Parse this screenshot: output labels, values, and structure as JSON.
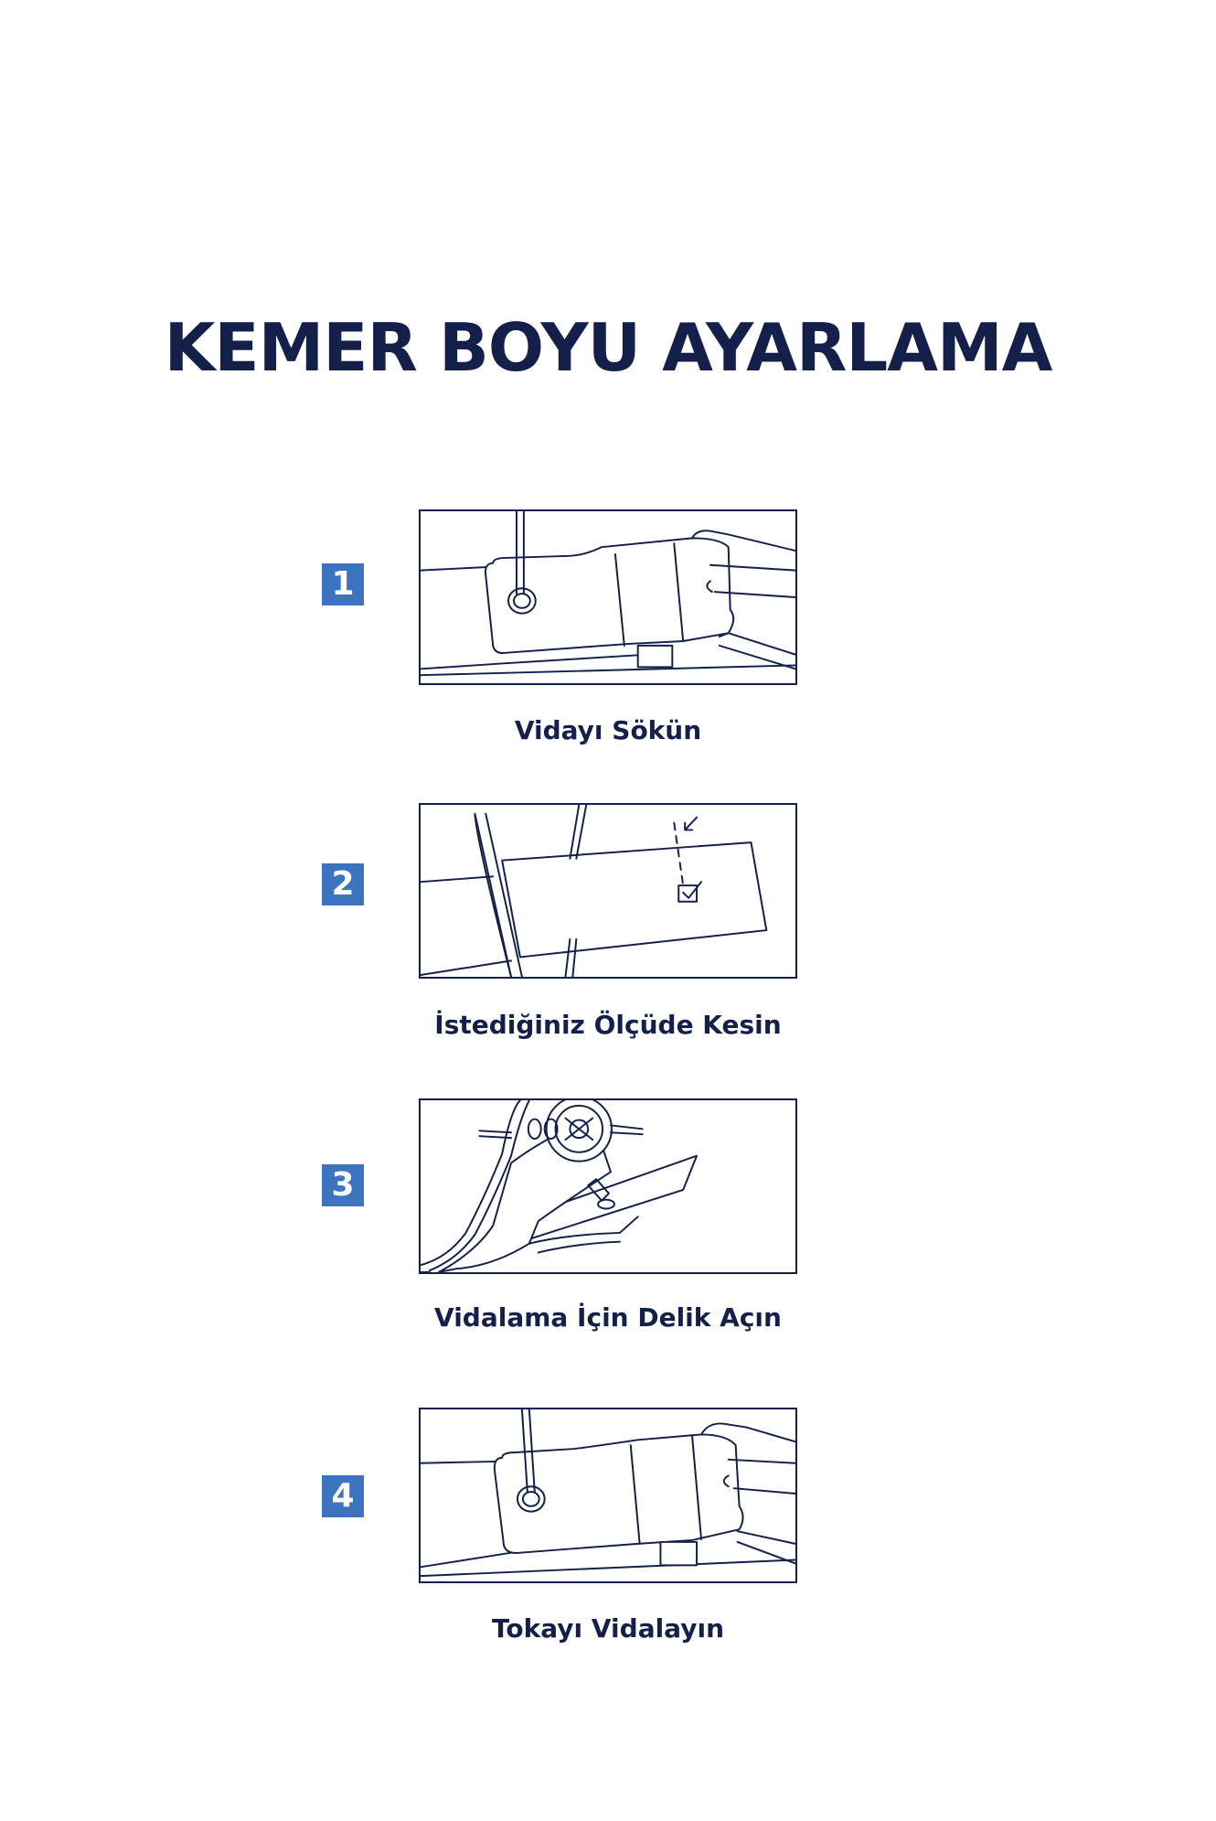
{
  "page": {
    "title": "KEMER BOYU AYARLAMA",
    "accent_color": "#3c74c0",
    "ink_color": "#14204a"
  },
  "steps": [
    {
      "number": "1",
      "caption": "Vidayı Sökün",
      "illustration": "screwdriver-unscrew-buckle-icon"
    },
    {
      "number": "2",
      "caption": "İstediğiniz Ölçüde Kesin",
      "illustration": "scissors-cut-belt-icon"
    },
    {
      "number": "3",
      "caption": "Vidalama İçin Delik Açın",
      "illustration": "hole-punch-pliers-icon"
    },
    {
      "number": "4",
      "caption": "Tokayı Vidalayın",
      "illustration": "screwdriver-screw-buckle-icon"
    }
  ]
}
